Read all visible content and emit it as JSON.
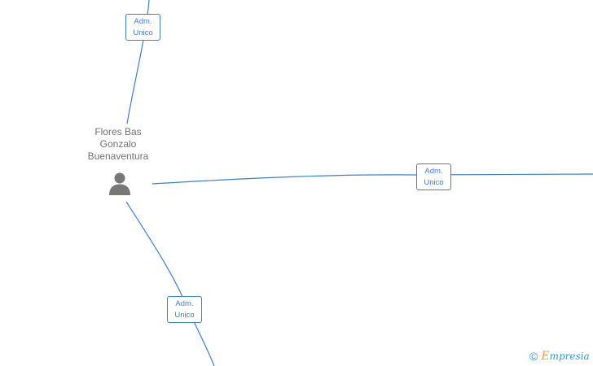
{
  "person": {
    "name_lines": [
      "Flores Bas",
      "Gonzalo",
      "Buenaventura"
    ],
    "icon": "person-icon"
  },
  "connections": [
    {
      "role_line1": "Adm.",
      "role_line2": "Unico"
    },
    {
      "role_line1": "Adm.",
      "role_line2": "Unico"
    },
    {
      "role_line1": "Adm.",
      "role_line2": "Unico"
    }
  ],
  "footer": {
    "copyright_symbol": "©",
    "brand_initial": "E",
    "brand_rest": "mpresia"
  },
  "colors": {
    "edge": "#3a7fd5",
    "person_icon": "#777777",
    "brand": "#2a9ad8",
    "brand_accent": "#f0a020"
  }
}
